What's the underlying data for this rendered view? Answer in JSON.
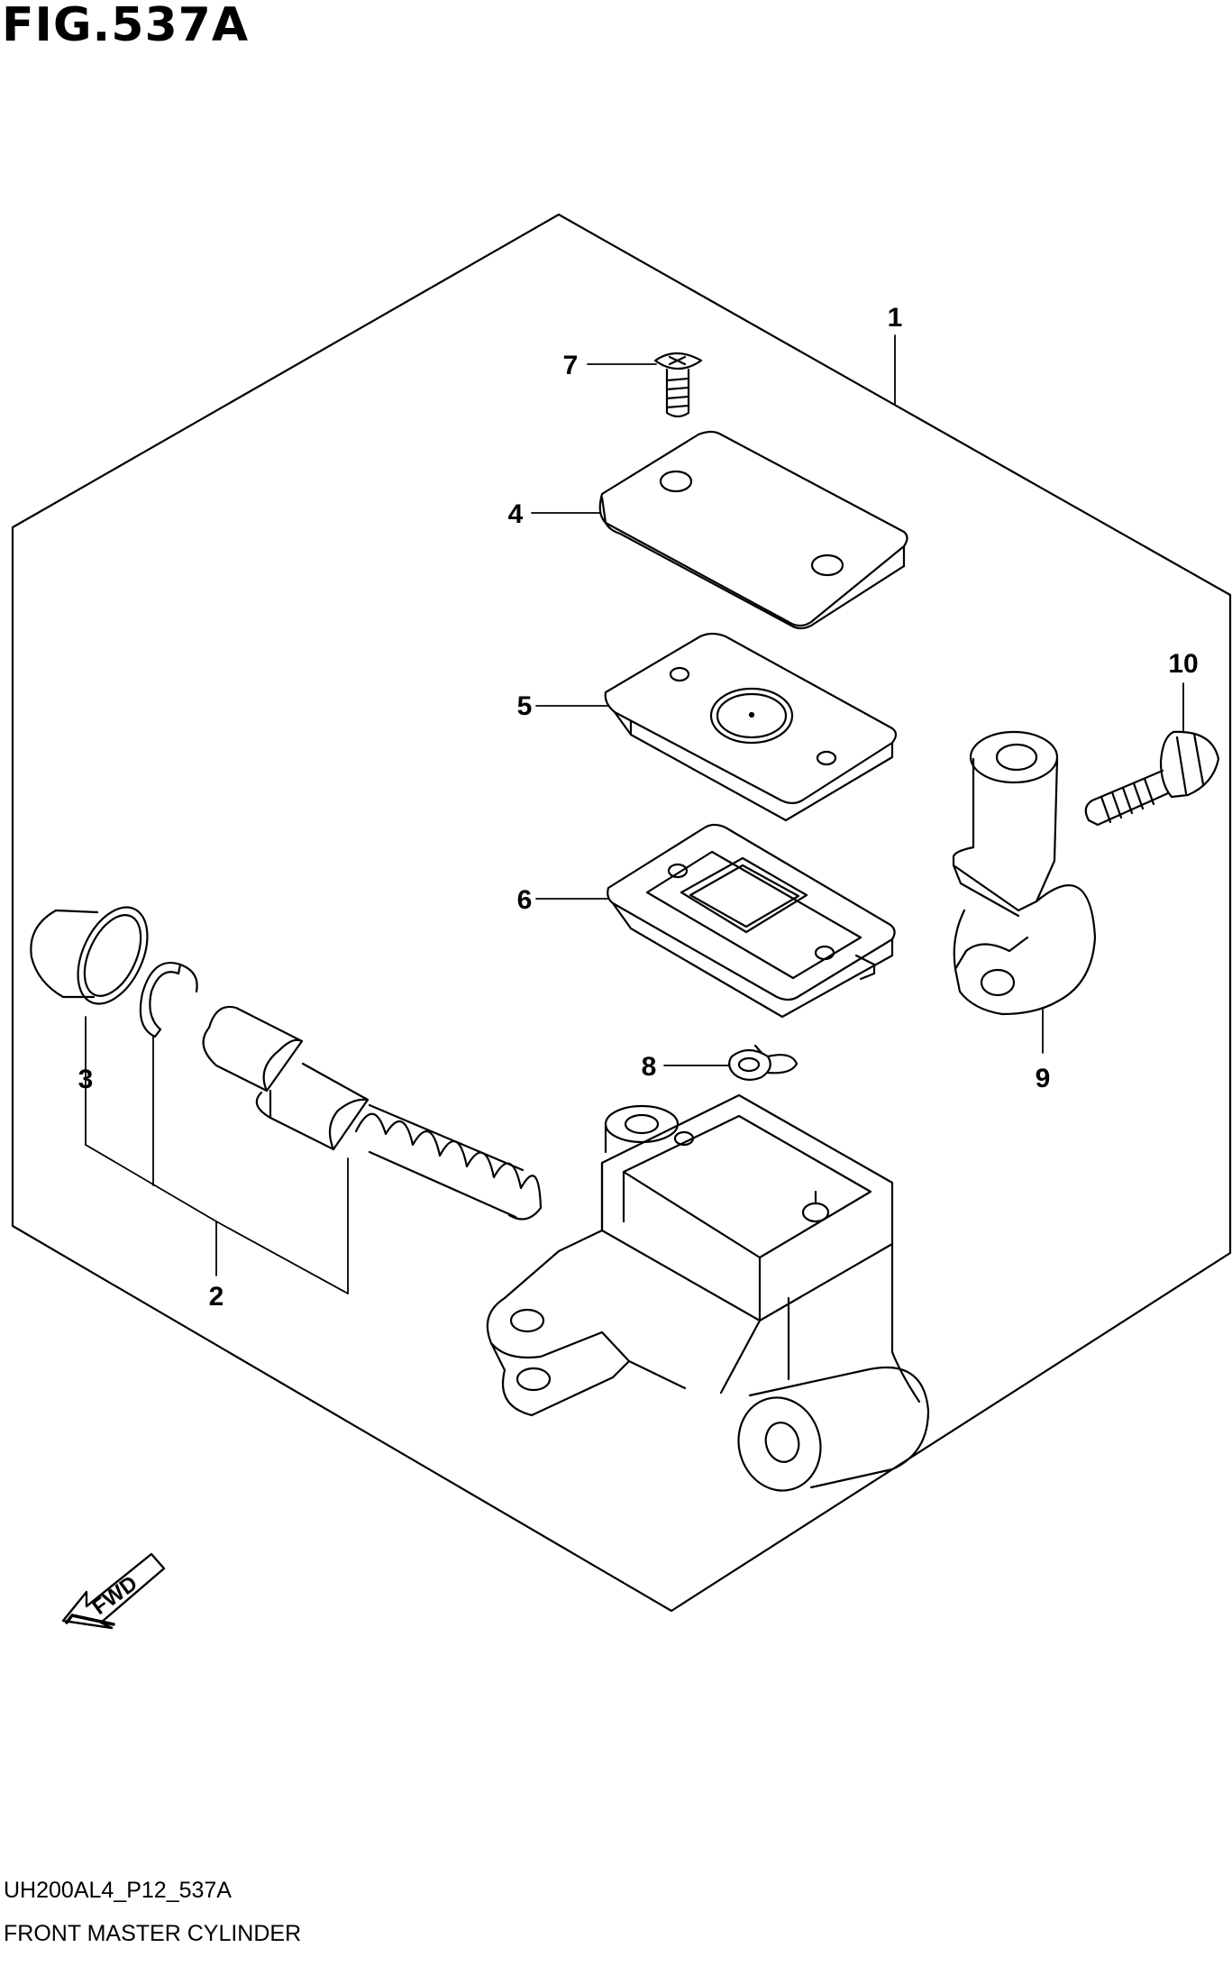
{
  "figure": {
    "title": "FIG.537A",
    "model_code": "UH200AL4_P12_537A",
    "name": "FRONT MASTER CYLINDER"
  },
  "callouts": {
    "c1": "1",
    "c2": "2",
    "c3": "3",
    "c4": "4",
    "c5": "5",
    "c6": "6",
    "c7": "7",
    "c8": "8",
    "c9": "9",
    "c10": "10"
  },
  "direction_arrow": {
    "label": "FWD"
  },
  "colors": {
    "line": "#000000",
    "background": "#ffffff"
  }
}
